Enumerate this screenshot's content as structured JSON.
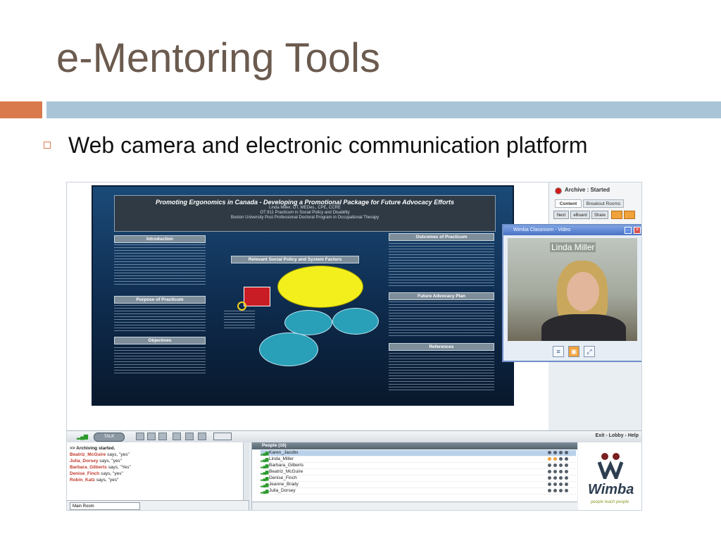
{
  "slide": {
    "title": "e-Mentoring Tools",
    "bullet": "Web camera and electronic communication platform"
  },
  "poster": {
    "title": "Promoting Ergonomics in Canada - Developing a Promotional Package for Future Advocacy Efforts",
    "author": "Linda Miller, OT, MEDes., CPE, CCRE",
    "course": "OT 811 Practicum in Social Policy and Disability",
    "program": "Boston University Post Professional Doctoral Program in Occupational Therapy",
    "headings": {
      "introduction": "Introduction",
      "purpose": "Purpose of Practicum",
      "objectives": "Objectives",
      "policy": "Relevant Social Policy and System Factors",
      "outcomes": "Outcomes of Practicum",
      "future": "Future Advocacy Plan",
      "references": "References"
    }
  },
  "toolbar_right": {
    "archive_status": "Archive : Started",
    "tabs": [
      "Content",
      "Breakout Rooms"
    ],
    "buttons": [
      "Next",
      "eBoard",
      "Share"
    ]
  },
  "video": {
    "window_title": "Wimba Classroom - Video",
    "presenter_name": "Linda Miller",
    "minimize": "–",
    "close": "×"
  },
  "bottom_bar": {
    "talk_label": "TALK",
    "nav": "Exit - Lobby - Help"
  },
  "chat": {
    "status": ">> Archiving started.",
    "messages": [
      {
        "who": "Beatriz_McGuire",
        "text": "says, \"yes\""
      },
      {
        "who": "Julia_Dorsey",
        "text": "says, \"yes\""
      },
      {
        "who": "Barbara_Gilberts",
        "text": "says, \"Yes\""
      },
      {
        "who": "Denise_Finch",
        "text": "says, \"yes\""
      },
      {
        "who": "Robin_Katz",
        "text": "says, \"yes\""
      }
    ],
    "room": "Main Room"
  },
  "people": {
    "header": "People (16)",
    "list": [
      "Karen_Jacobs",
      "Linda_Miller",
      "Barbara_Gilberts",
      "Beatriz_McGuire",
      "Denise_Finch",
      "Jeanne_Brady",
      "Julia_Dorsey"
    ],
    "selected_index": 0
  },
  "logo": {
    "word": "Wimba",
    "tagline": "people teach people"
  }
}
